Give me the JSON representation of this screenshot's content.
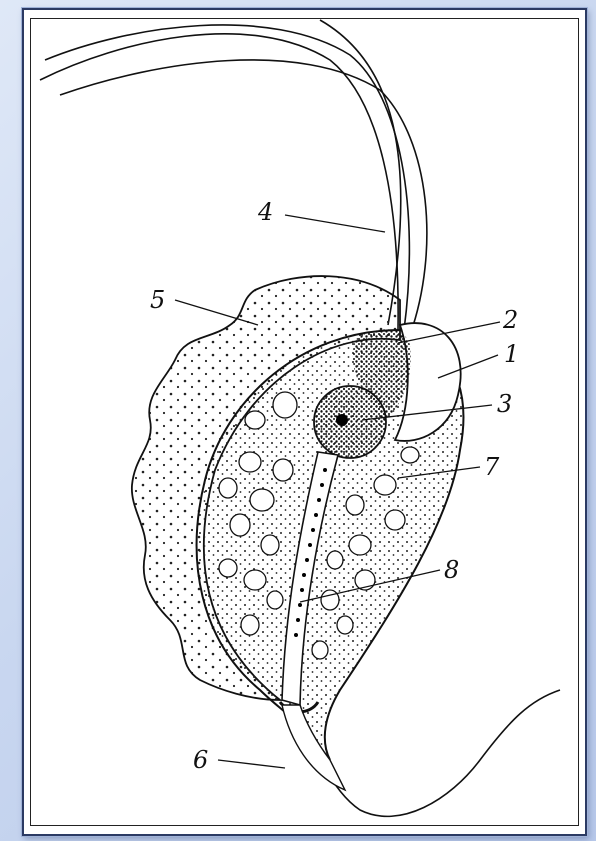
{
  "labels": {
    "l1": "1",
    "l2": "2",
    "l3": "3",
    "l4": "4",
    "l5": "5",
    "l6": "6",
    "l7": "7",
    "l8": "8"
  },
  "colors": {
    "background": "#c9d7f0",
    "frame_border": "#2b3a63",
    "ink": "#111111",
    "paper": "#ffffff"
  }
}
